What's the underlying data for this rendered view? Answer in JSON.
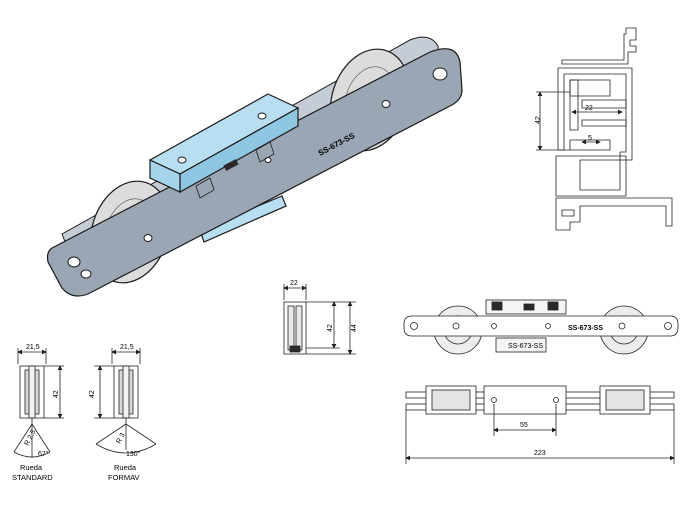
{
  "roller_isometric": {
    "part_code": "SS-673-SS"
  },
  "profile_section": {
    "dim_height": "42",
    "dim_width": "22",
    "dim_slot": "5"
  },
  "front_view_small": {
    "dim_width": "22",
    "dim_inner": "42",
    "dim_outer": "44"
  },
  "wheel_standard": {
    "dim_width": "21,5",
    "dim_height": "42",
    "dim_radius": "R 2,5",
    "dim_angle": "67°",
    "caption_line1": "Rueda",
    "caption_line2": "STANDARD"
  },
  "wheel_formav": {
    "dim_width": "21,5",
    "dim_height": "42",
    "dim_radius": "R 3",
    "dim_angle": "130°",
    "caption_line1": "Rueda",
    "caption_line2": "FORMAV"
  },
  "side_view": {
    "part_code": "SS-673-SS",
    "block_code": "SS-673-SS"
  },
  "top_view": {
    "dim_holes": "55",
    "dim_total": "223"
  }
}
